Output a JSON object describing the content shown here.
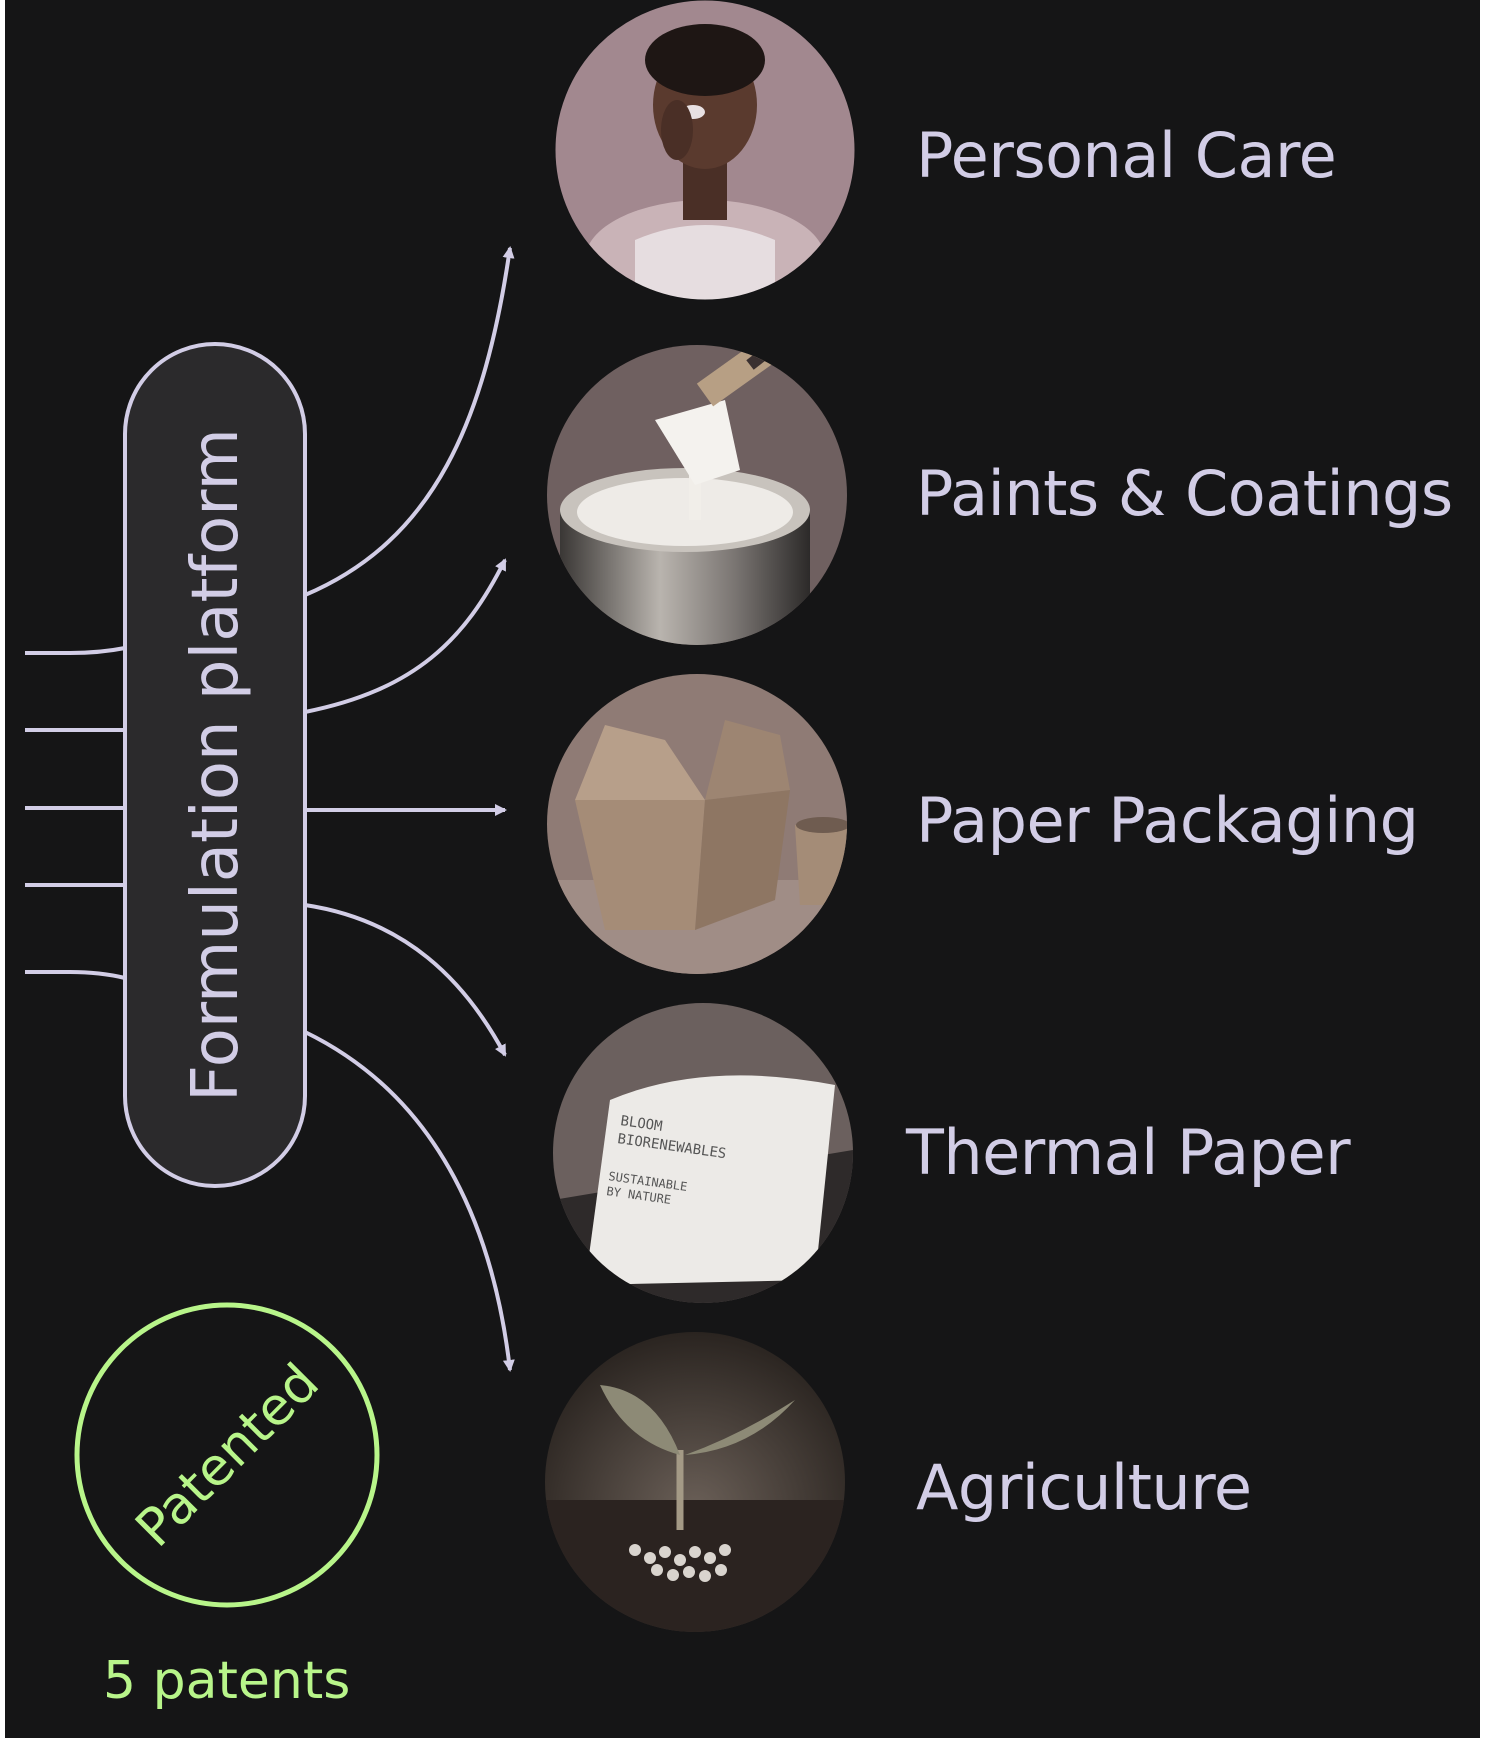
{
  "platform": {
    "label": "Formulation platform"
  },
  "applications": [
    {
      "label": "Personal Care",
      "icon": "person-applying-cream-photo"
    },
    {
      "label": "Paints & Coatings",
      "icon": "paintbrush-paint-can-photo"
    },
    {
      "label": "Paper Packaging",
      "icon": "paper-box-and-cup-photo"
    },
    {
      "label": "Thermal Paper",
      "icon": "receipt-printer-photo"
    },
    {
      "label": "Agriculture",
      "icon": "seedling-photo"
    }
  ],
  "receipt": {
    "line1": "BLOOM",
    "line2": "BIORENEWABLES",
    "line3": "SUSTAINABLE",
    "line4": "BY NATURE"
  },
  "patent_stamp": {
    "label": "Patented"
  },
  "patent_count": "5 patents",
  "colors": {
    "background": "#151516",
    "line": "#d2cde6",
    "text": "#d2cde6",
    "accent_green": "#b8f58a"
  }
}
